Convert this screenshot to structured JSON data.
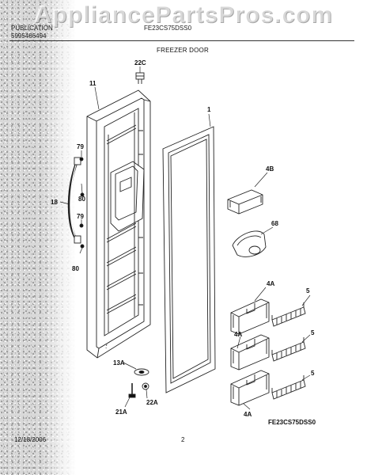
{
  "watermark": "AppliancePartsPros.com",
  "header": {
    "left_line1": "PUBLICATION",
    "left_line2": "5995486494",
    "model": "FE23CS75DSS0"
  },
  "section_title": "FREEZER DOOR",
  "callouts": {
    "c22C": "22C",
    "c11": "11",
    "c1": "1",
    "c79a": "79",
    "c18": "18",
    "c80a": "80",
    "c79b": "79",
    "c80b": "80",
    "c4B": "4B",
    "c68": "68",
    "c4A_1": "4A",
    "c5_1": "5",
    "c4A_2": "4A",
    "c5_2": "5",
    "c5_3": "5",
    "c4A_3": "4A",
    "c13A": "13A",
    "c22A": "22A",
    "c21A": "21A"
  },
  "footer": {
    "date": "12/18/2006",
    "page": "2",
    "model_ref": "FE23CS75DSS0"
  }
}
